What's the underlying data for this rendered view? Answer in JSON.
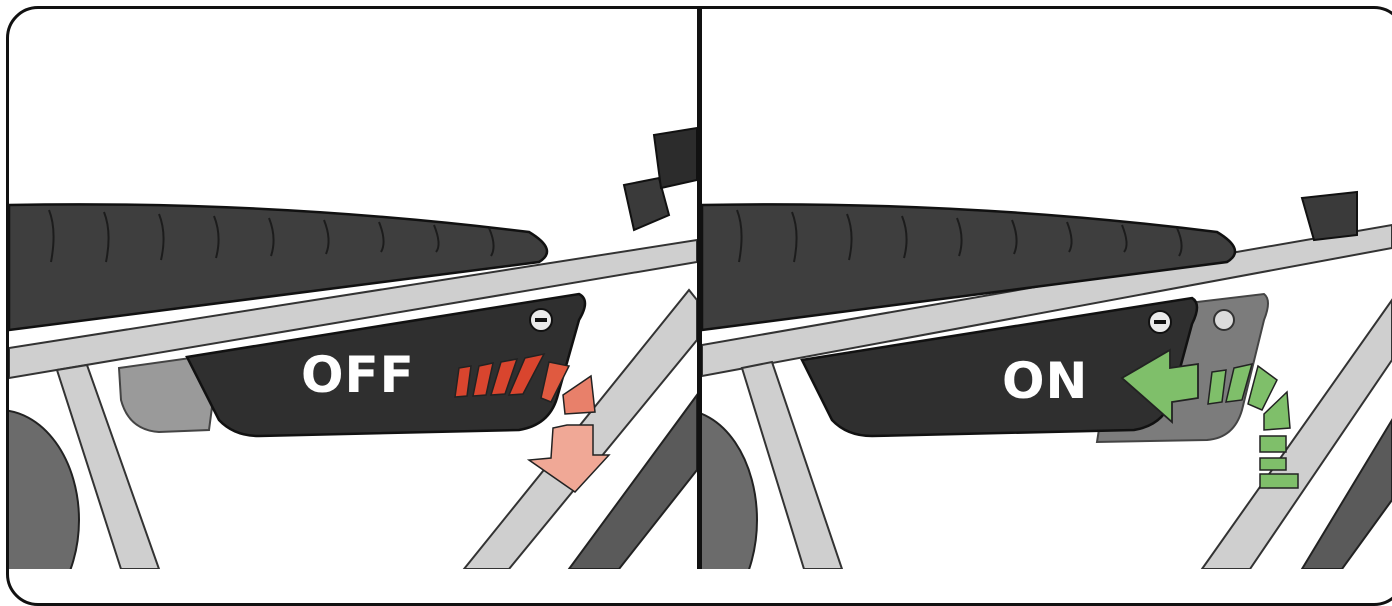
{
  "panels": [
    {
      "id": "off",
      "label": "OFF",
      "arrow_color": "#d9452e",
      "arrow_light": "#f0a896"
    },
    {
      "id": "on",
      "label": "ON",
      "arrow_color": "#7fbf6a",
      "arrow_dark": "#5c9e4b"
    }
  ],
  "colors": {
    "frame_border": "#111111",
    "bike_frame": "#cfcfcf",
    "bike_frame_dark": "#a9a9a9",
    "seat": "#3e3e3e",
    "battery": "#2f2f2f",
    "battery_ghost": "#7c7c7c",
    "wheel": "#6b6b6b"
  }
}
